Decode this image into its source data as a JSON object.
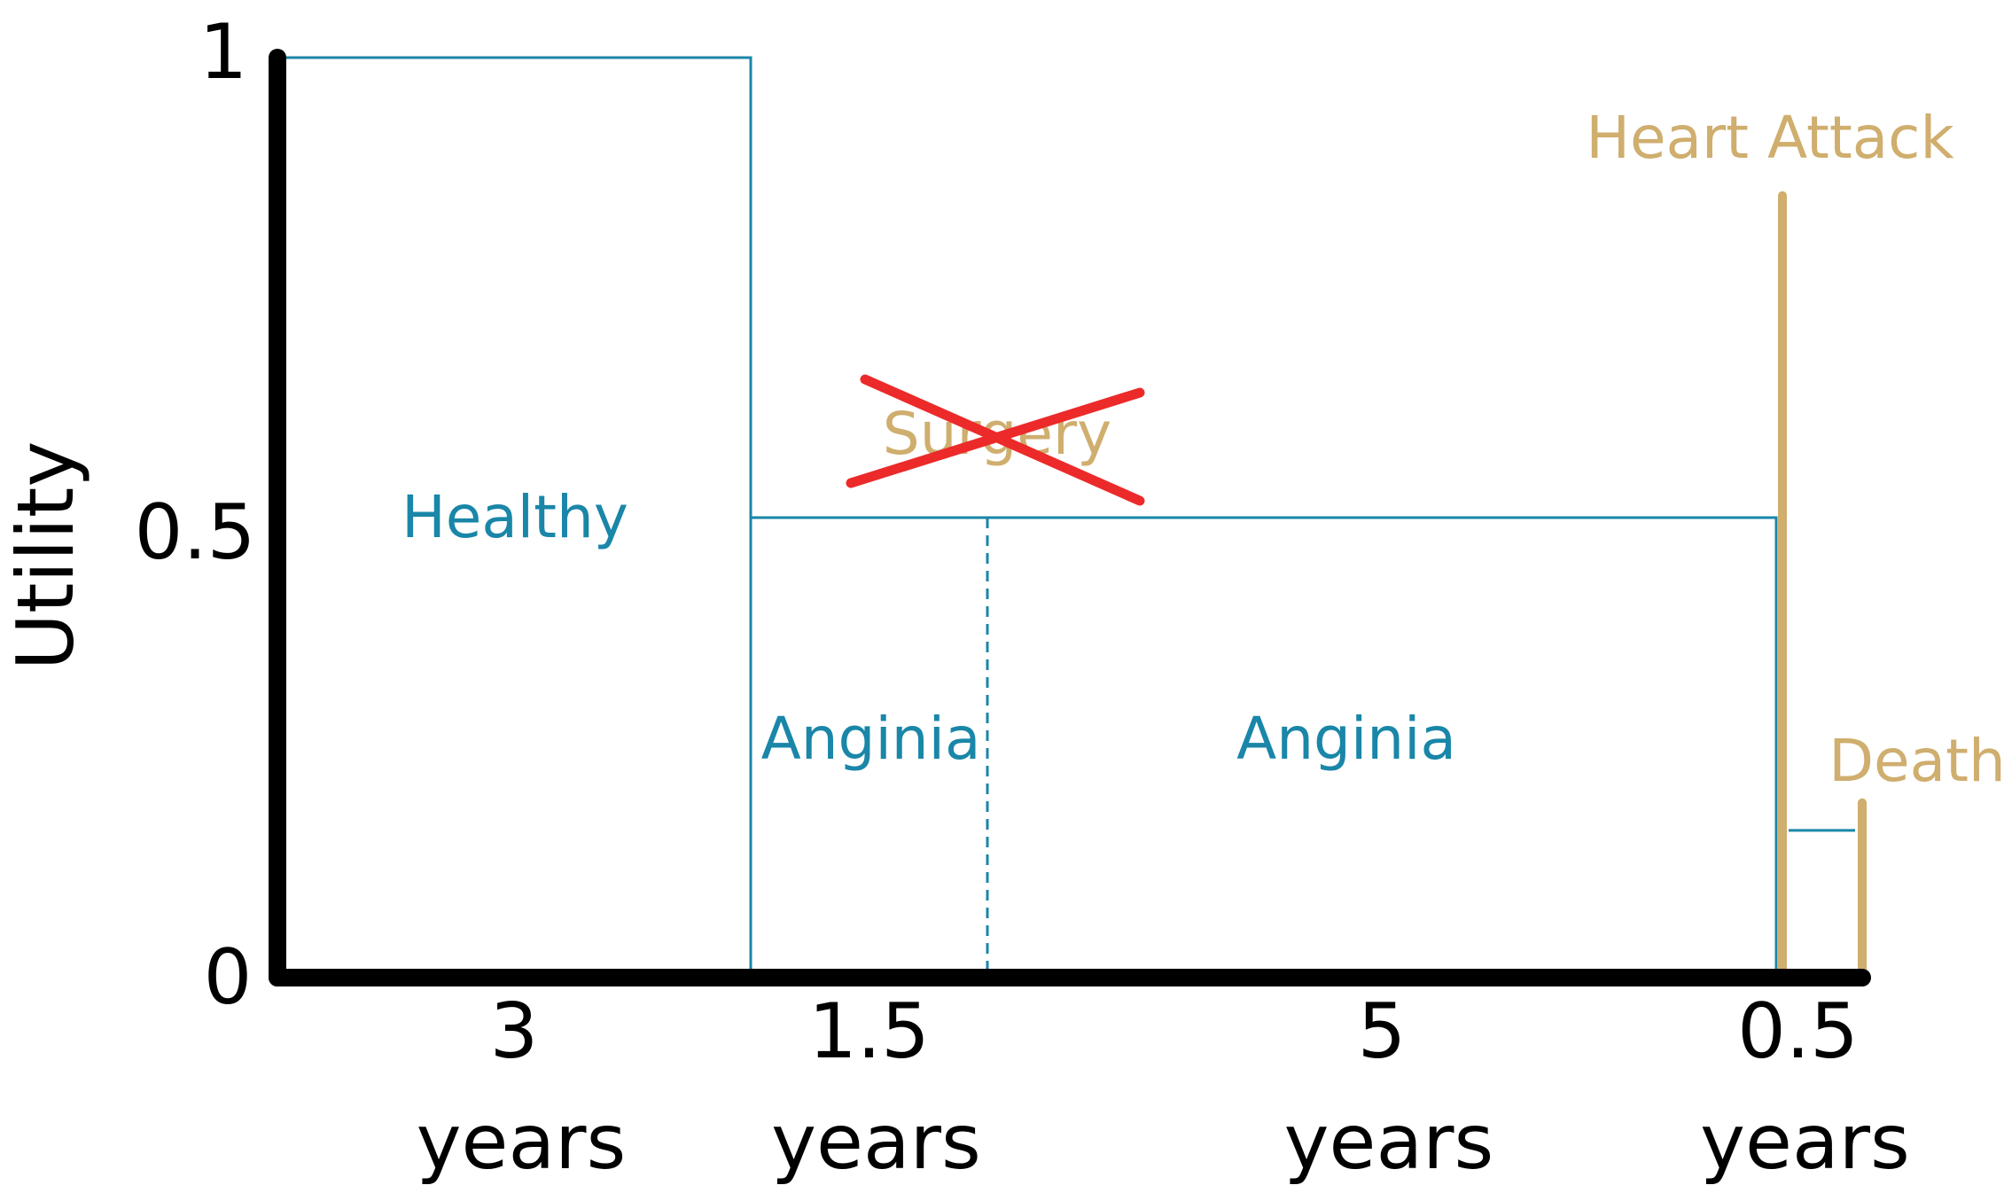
{
  "chart_data": {
    "type": "area",
    "title": "",
    "xlabel": "",
    "ylabel": "Utility",
    "ylim": [
      0,
      1
    ],
    "yticks": [
      "0",
      "0.5",
      "1"
    ],
    "xlim_years": [
      0,
      10
    ],
    "segments": [
      {
        "label": "Healthy",
        "duration_years": 3,
        "utility": 1,
        "tick": "3",
        "unit": "years"
      },
      {
        "label": "Anginia",
        "duration_years": 1.5,
        "utility": 0.5,
        "tick": "1.5",
        "unit": "years"
      },
      {
        "label": "Anginia",
        "duration_years": 5,
        "utility": 0.5,
        "tick": "5",
        "unit": "years"
      },
      {
        "label": "",
        "duration_years": 0.5,
        "utility": 0.16,
        "tick": "0.5",
        "unit": "years"
      }
    ],
    "events": [
      {
        "label": "Heart Attack",
        "at_years": 9.5,
        "height": 0.85
      },
      {
        "label": "Death",
        "at_years": 10,
        "height": 0.19
      }
    ],
    "annotations": [
      {
        "label": "Surgery",
        "crossed_out": true,
        "at_years": 4.5
      }
    ],
    "colors": {
      "state": "#1a86a8",
      "event": "#cfae6e",
      "cross": "#ec2a2a",
      "axis": "#000000"
    }
  }
}
